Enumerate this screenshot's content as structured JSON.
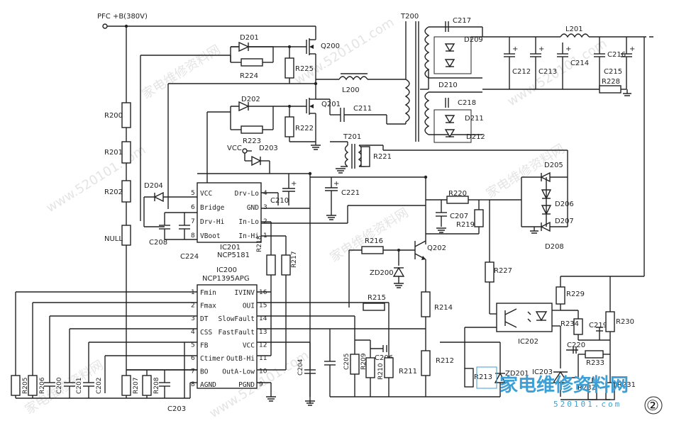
{
  "input_label": "PFC +B(380V)",
  "ics": {
    "ic201": {
      "name": "IC201",
      "part": "NCP5181",
      "left_pins": [
        {
          "n": "5",
          "name": "VCC"
        },
        {
          "n": "6",
          "name": "Bridge"
        },
        {
          "n": "7",
          "name": "Drv-Hi"
        },
        {
          "n": "8",
          "name": "VBoot"
        }
      ],
      "right_pins": [
        {
          "n": "4",
          "name": "Drv-Lo"
        },
        {
          "n": "3",
          "name": "GND"
        },
        {
          "n": "2",
          "name": "In-Lo"
        },
        {
          "n": "1",
          "name": "In-Hi"
        }
      ]
    },
    "ic200": {
      "name": "IC200",
      "part": "NCP1395APG",
      "left_pins": [
        {
          "n": "1",
          "name": "Fmin"
        },
        {
          "n": "2",
          "name": "Fmax"
        },
        {
          "n": "3",
          "name": "DT"
        },
        {
          "n": "4",
          "name": "CSS"
        },
        {
          "n": "5",
          "name": "FB"
        },
        {
          "n": "6",
          "name": "Ctimer"
        },
        {
          "n": "7",
          "name": "BO"
        },
        {
          "n": "8",
          "name": "AGND"
        }
      ],
      "right_pins": [
        {
          "n": "16",
          "name": "IVINV"
        },
        {
          "n": "15",
          "name": "OUI"
        },
        {
          "n": "14",
          "name": "SlowFault"
        },
        {
          "n": "13",
          "name": "FastFault"
        },
        {
          "n": "12",
          "name": "VCC"
        },
        {
          "n": "11",
          "name": "OutB-Hi"
        },
        {
          "n": "10",
          "name": "OutA-Low"
        },
        {
          "n": "9",
          "name": "PGND"
        }
      ]
    },
    "ic202": {
      "name": "IC202"
    },
    "ic203": {
      "name": "IC203"
    }
  },
  "components": {
    "R200": "R200",
    "R201": "R201",
    "R202": "R202",
    "NULL": "NULL",
    "D201": "D201",
    "R224": "R224",
    "R225": "R225",
    "Q200": "Q200",
    "D202": "D202",
    "R223": "R223",
    "R222": "R222",
    "Q201": "Q201",
    "L200": "L200",
    "C211": "C211",
    "T201": "T201",
    "R221": "R221",
    "D203": "D203",
    "VCC": "VCC",
    "D204": "D204",
    "C210": "C210",
    "C221": "C221",
    "C208": "C208",
    "C224": "C224",
    "R218": "R218",
    "R217": "R217",
    "T200": "T200",
    "C217": "C217",
    "D209": "D209",
    "D210": "D210",
    "C218": "C218",
    "D211": "D211",
    "D212": "D212",
    "C212": "C212",
    "C213": "C213",
    "C214": "C214",
    "C215": "C215",
    "C216": "C216",
    "L201": "L201",
    "R228": "R228",
    "D205": "D205",
    "D206": "D206",
    "D207": "D207",
    "D208": "D208",
    "R220": "R220",
    "C207": "C207",
    "R219": "R219",
    "R216": "R216",
    "Q202": "Q202",
    "ZD200": "ZD200",
    "R215": "R215",
    "R227": "R227",
    "R214": "R214",
    "R212": "R212",
    "R213": "R213",
    "ZD201": "ZD201",
    "R229": "R229",
    "R234": "R234",
    "C219": "C219",
    "R230": "R230",
    "C220": "C220",
    "R233": "R233",
    "R232": "R232",
    "R231": "R231",
    "C204": "C204",
    "C205": "C205",
    "R209": "R209",
    "C206": "C206",
    "R210": "R210",
    "R211": "R211",
    "R205": "R205",
    "R206": "R206",
    "C200": "C200",
    "C201": "C201",
    "C202": "C202",
    "R207": "R207",
    "R208": "R208",
    "C203": "C203"
  },
  "watermarks": [
    "家电维修资料网",
    "www.520101.com"
  ],
  "logo": {
    "text": "家电维修资料网",
    "sub": "520101.com"
  },
  "figure_mark": "②"
}
